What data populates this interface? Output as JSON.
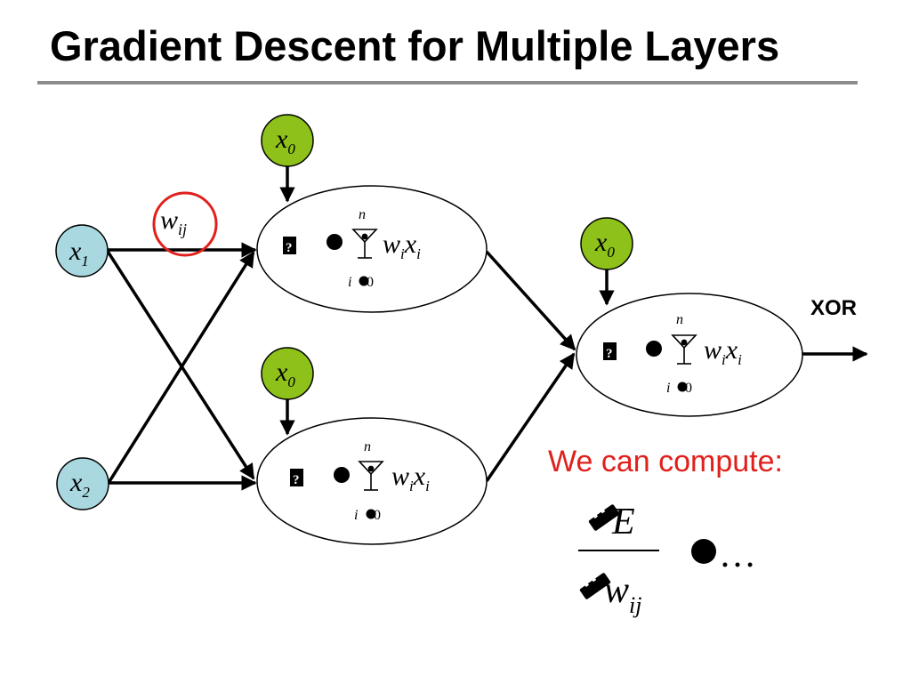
{
  "slide": {
    "title": "Gradient Descent for Multiple Layers"
  },
  "diagram": {
    "inputs": {
      "x1": {
        "base": "x",
        "sub": "1"
      },
      "x2": {
        "base": "x",
        "sub": "2"
      }
    },
    "bias": {
      "base": "x",
      "sub": "0"
    },
    "weight_label": {
      "base": "w",
      "sub": "ij"
    },
    "neuron_formula": {
      "symbol": "?",
      "upper": "n",
      "lower": "i",
      "lower_value": "0",
      "w_base": "w",
      "w_sub": "i",
      "x_base": "x",
      "x_sub": "i"
    },
    "output_label": "XOR",
    "compute_text": "We can compute:",
    "derivative": {
      "numerator": "E",
      "denominator_base": "w",
      "denominator_sub": "ij",
      "ellipsis": "…"
    },
    "colors": {
      "input_node": "#a9d8e0",
      "bias_node": "#8ec21a",
      "highlight_circle": "#e0201c",
      "compute_text": "#e0201c"
    }
  }
}
